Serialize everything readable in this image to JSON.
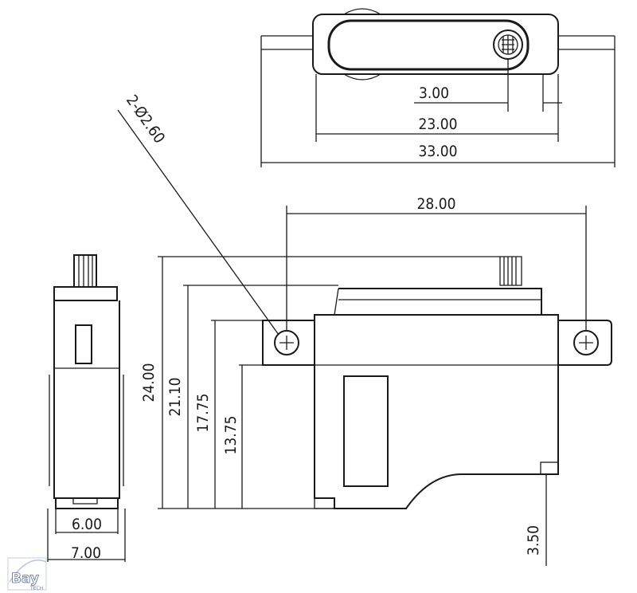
{
  "dimensions": {
    "top_view": [
      "3.00",
      "23.00",
      "33.00"
    ],
    "hole_spacing": "28.00",
    "hole_callout": "2-Ø2.60",
    "heights": [
      "24.00",
      "21.10",
      "17.75",
      "13.75"
    ],
    "bottom_offset": "3.50",
    "side_widths": [
      "6.00",
      "7.00"
    ]
  },
  "logo": {
    "text": "Bay",
    "subtext": "TECH"
  },
  "colors": {
    "line": "#1a1a1a",
    "logo": "#5b6f96"
  }
}
